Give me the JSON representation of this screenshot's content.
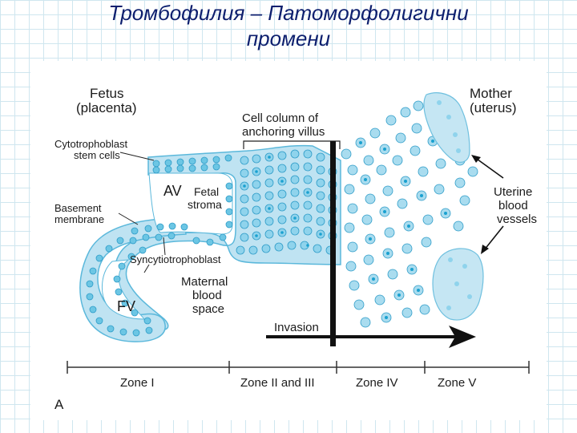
{
  "title_line1": "Тромбофилия – Патоморфолигични",
  "title_line2": "промени",
  "labels": {
    "fetus": "Fetus",
    "placenta": "(placenta)",
    "mother": "Mother",
    "uterus": "(uterus)",
    "cell_column_1": "Cell column of",
    "cell_column_2": "anchoring villus",
    "cytotrophoblast_1": "Cytotrophoblast",
    "cytotrophoblast_2": "stem cells",
    "av": "AV",
    "fetal_1": "Fetal",
    "fetal_2": "stroma",
    "basement_1": "Basement",
    "basement_2": "membrane",
    "syncytio": "Syncytiotrophoblast",
    "maternal_1": "Maternal",
    "maternal_2": "blood",
    "maternal_3": "space",
    "fv": "FV",
    "uterine_1": "Uterine",
    "uterine_2": "blood",
    "uterine_3": "vessels",
    "invasion": "Invasion",
    "panel_letter": "A"
  },
  "zones": [
    "Zone I",
    "Zone II and III",
    "Zone IV",
    "Zone V"
  ],
  "colors": {
    "tissue": "#bfe3f2",
    "cell": "#6cc6e4",
    "nucleus": "#1aa1d0",
    "title": "#0d1f6e"
  }
}
